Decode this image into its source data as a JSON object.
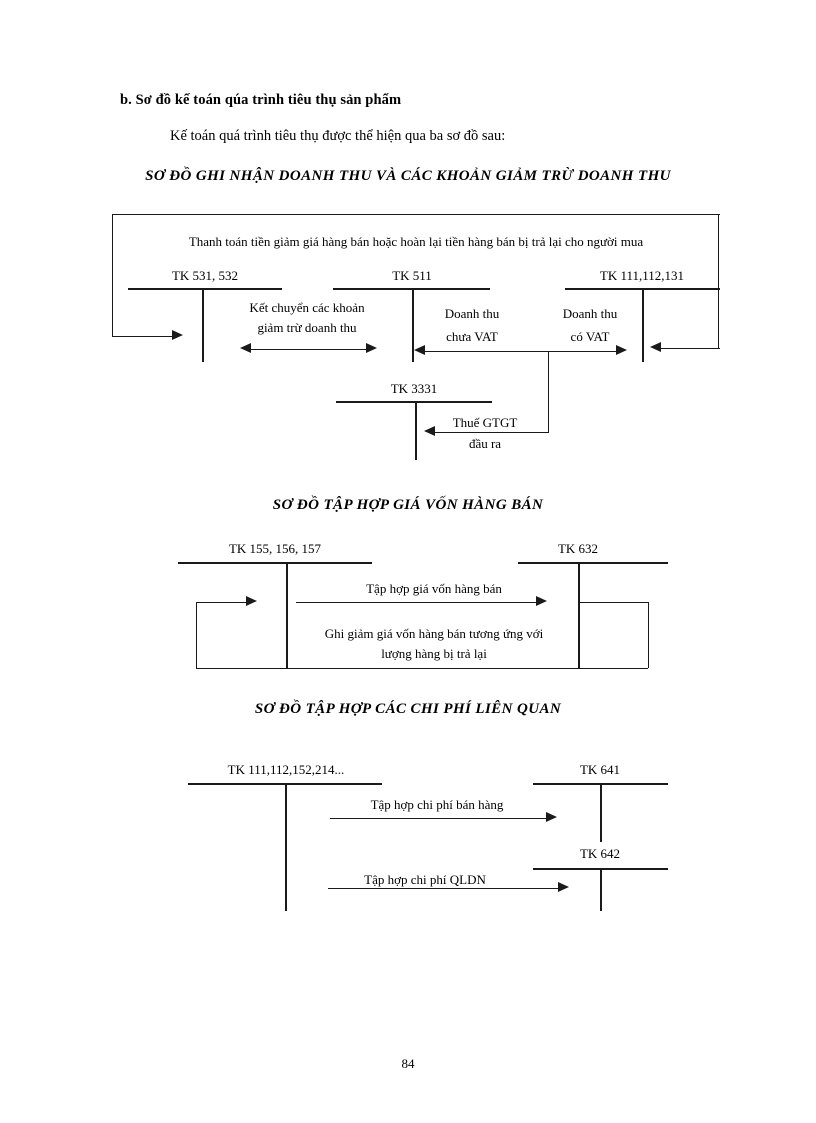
{
  "document": {
    "heading": "b. Sơ đồ kế toán qúa trình tiêu thụ sản phẩm",
    "intro": "Kế toán quá trình tiêu thụ được thể hiện qua ba sơ đồ sau:",
    "page_number": "84"
  },
  "diagram1": {
    "title": "SƠ ĐỒ GHI NHẬN DOANH THU VÀ CÁC KHOẢN GIẢM TRỪ DOANH THU",
    "banner": "Thanh toán tiền giảm giá hàng bán hoặc hoàn lại tiền hàng bán bị trả lại cho người mua",
    "accounts": {
      "left": "TK 531, 532",
      "middle": "TK 511",
      "right": "TK 111,112,131",
      "tax": "TK 3331"
    },
    "flows": {
      "transfer_line1": "Kết chuyển các khoản",
      "transfer_line2": "giảm trừ doanh thu",
      "revenue_net_line1": "Doanh thu",
      "revenue_net_line2": "chưa VAT",
      "revenue_gross_line1": "Doanh thu",
      "revenue_gross_line2": "có VAT",
      "vat_line1": "Thuế GTGT",
      "vat_line2": "đầu ra"
    }
  },
  "diagram2": {
    "title": "SƠ ĐỒ TẬP HỢP GIÁ VỐN HÀNG BÁN",
    "accounts": {
      "left": "TK 155, 156, 157",
      "right": "TK 632"
    },
    "flows": {
      "cogs": "Tập hợp giá vốn hàng bán",
      "return_line1": "Ghi giảm giá vốn hàng bán tương ứng với",
      "return_line2": "lượng hàng bị trả lại"
    }
  },
  "diagram3": {
    "title": "SƠ ĐỒ TẬP HỢP CÁC CHI PHÍ LIÊN QUAN",
    "accounts": {
      "left": "TK 111,112,152,214...",
      "right_top": "TK 641",
      "right_bottom": "TK 642"
    },
    "flows": {
      "selling": "Tập hợp chi phí bán hàng",
      "admin": "Tập hợp chi phí QLDN"
    }
  }
}
